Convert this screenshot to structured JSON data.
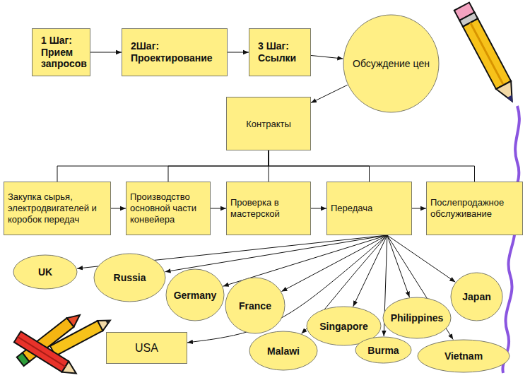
{
  "diagram": {
    "nodes": [
      {
        "text": [
          "1 Шаг: Прием запросов"
        ]
      },
      {
        "text": [
          "2Шаг: Проектирование"
        ]
      },
      {
        "text": [
          "3 Шаг: Ссылки"
        ]
      },
      {
        "text": [
          "Обсуждение цен"
        ]
      },
      {
        "text": [
          "Контракты"
        ]
      },
      {
        "text": [
          "Закупка сырья, электродвигателей и коробок передач"
        ]
      },
      {
        "text": [
          "Производство основной части конвейера"
        ]
      },
      {
        "text": [
          "Проверка в мастерской"
        ]
      },
      {
        "text": [
          "Передача"
        ]
      },
      {
        "text": [
          "Послепродажное обслуживание"
        ]
      },
      {
        "text": [
          "UK"
        ]
      },
      {
        "text": [
          "Russia"
        ]
      },
      {
        "text": [
          "Germany"
        ]
      },
      {
        "text": [
          "France"
        ]
      },
      {
        "text": [
          "USA"
        ]
      },
      {
        "text": [
          "Singapore"
        ]
      },
      {
        "text": [
          "Malawi"
        ]
      },
      {
        "text": [
          "Burma"
        ]
      },
      {
        "text": [
          "Philippines"
        ]
      },
      {
        "text": [
          "Vietnam"
        ]
      },
      {
        "text": [
          "Japan"
        ]
      }
    ],
    "edges": [
      {
        "from": 0,
        "to": 1,
        "arrow": "to"
      },
      {
        "from": 1,
        "to": 2,
        "arrow": "to"
      },
      {
        "from": 2,
        "to": 3,
        "arrow": "to"
      },
      {
        "from": 3,
        "to": 4,
        "arrow": "to"
      },
      {
        "from": 4,
        "to": 5,
        "arrow": "none"
      },
      {
        "from": 4,
        "to": 6,
        "arrow": "none"
      },
      {
        "from": 4,
        "to": 7,
        "arrow": "none"
      },
      {
        "from": 4,
        "to": 8,
        "arrow": "none"
      },
      {
        "from": 4,
        "to": 9,
        "arrow": "none"
      },
      {
        "from": 5,
        "to": 6,
        "arrow": "to"
      },
      {
        "from": 6,
        "to": 7,
        "arrow": "to"
      },
      {
        "from": 7,
        "to": 8,
        "arrow": "to"
      },
      {
        "from": 8,
        "to": 9,
        "arrow": "to"
      },
      {
        "from": 8,
        "to": 10,
        "arrow": "to"
      },
      {
        "from": 8,
        "to": 11,
        "arrow": "to"
      },
      {
        "from": 8,
        "to": 12,
        "arrow": "to"
      },
      {
        "from": 8,
        "to": 13,
        "arrow": "to"
      },
      {
        "from": 8,
        "to": 14,
        "arrow": "to"
      },
      {
        "from": 8,
        "to": 15,
        "arrow": "to"
      },
      {
        "from": 8,
        "to": 16,
        "arrow": "to"
      },
      {
        "from": 8,
        "to": 17,
        "arrow": "to"
      },
      {
        "from": 8,
        "to": 18,
        "arrow": "to"
      },
      {
        "from": 8,
        "to": 19,
        "arrow": "to"
      },
      {
        "from": 8,
        "to": 20,
        "arrow": "to"
      }
    ]
  }
}
